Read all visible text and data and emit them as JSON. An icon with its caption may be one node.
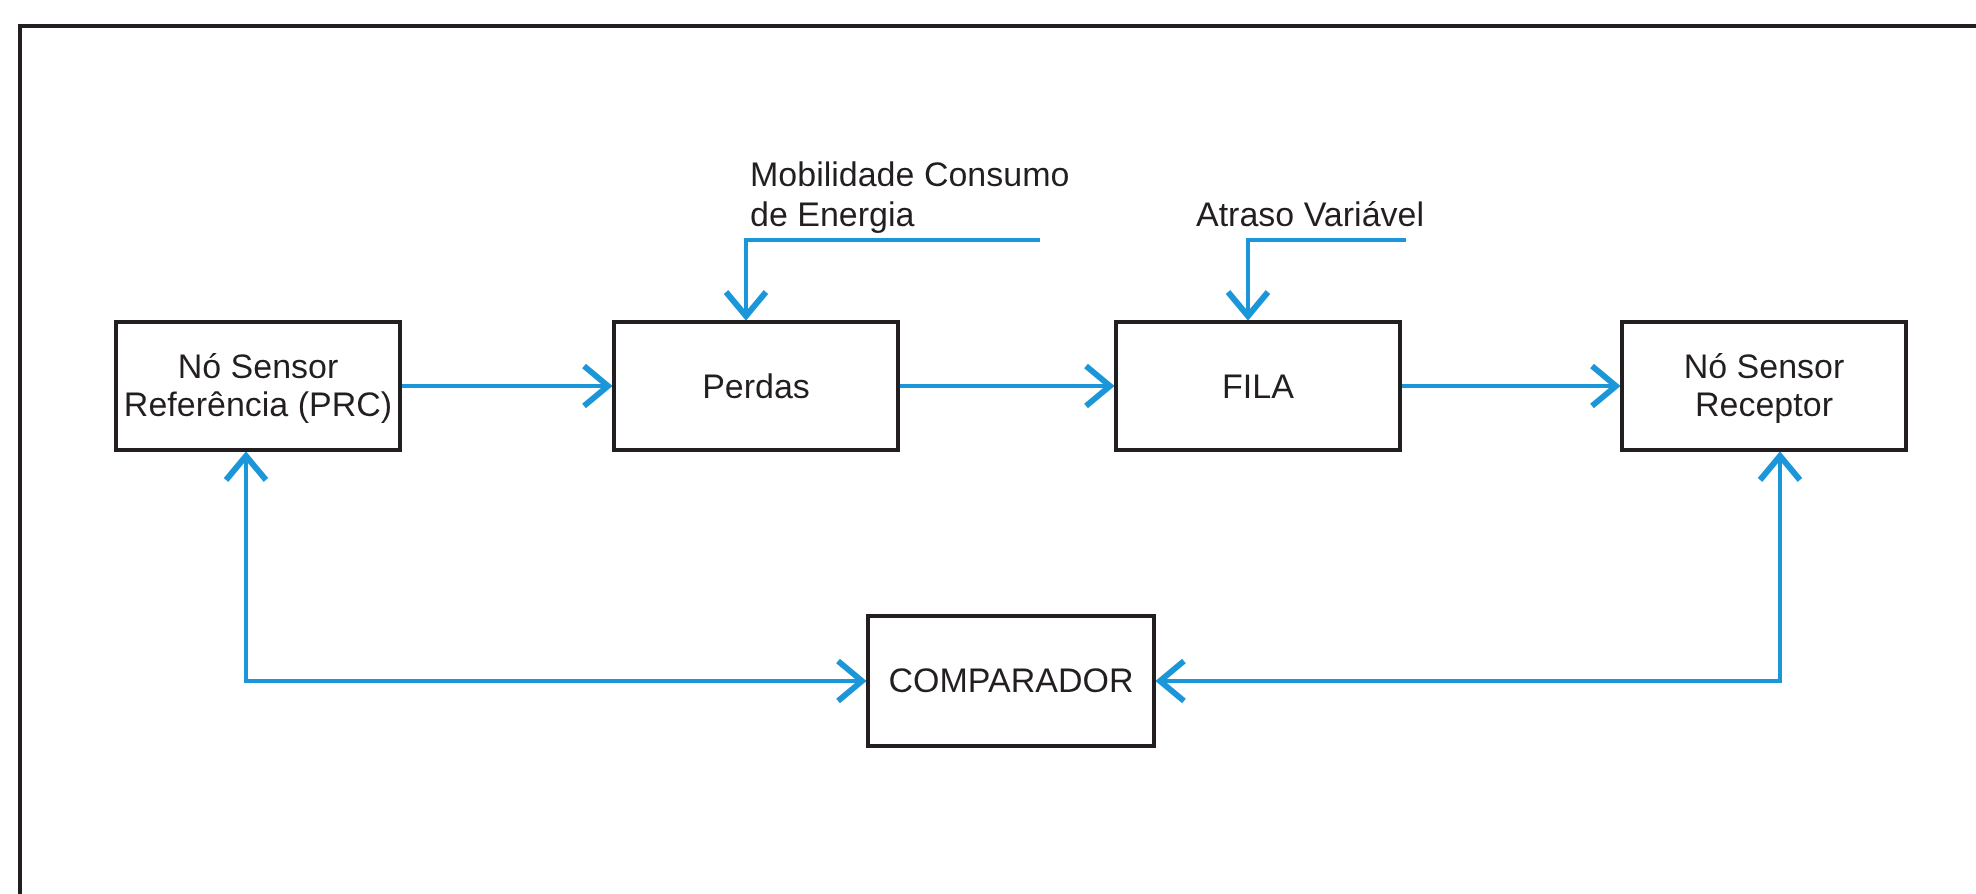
{
  "diagram": {
    "nodes": [
      {
        "text": [
          "Nó Sensor Referência (PRC)"
        ]
      },
      {
        "text": [
          "Perdas"
        ]
      },
      {
        "text": [
          "FILA"
        ]
      },
      {
        "text": [
          "Nó Sensor Receptor"
        ]
      },
      {
        "text": [
          "COMPARADOR"
        ]
      },
      {
        "text": [
          "Mobilidade Consumo de Energia"
        ]
      },
      {
        "text": [
          "Atraso Variável"
        ]
      }
    ],
    "edges": [
      {
        "from": 0,
        "to": 1,
        "arrow": "to"
      },
      {
        "from": 1,
        "to": 2,
        "arrow": "to"
      },
      {
        "from": 2,
        "to": 3,
        "arrow": "to"
      },
      {
        "from": 5,
        "to": 1,
        "arrow": "to"
      },
      {
        "from": 6,
        "to": 2,
        "arrow": "to"
      },
      {
        "from": 0,
        "to": 4,
        "arrow": "both"
      },
      {
        "from": 3,
        "to": 4,
        "arrow": "both"
      }
    ]
  }
}
